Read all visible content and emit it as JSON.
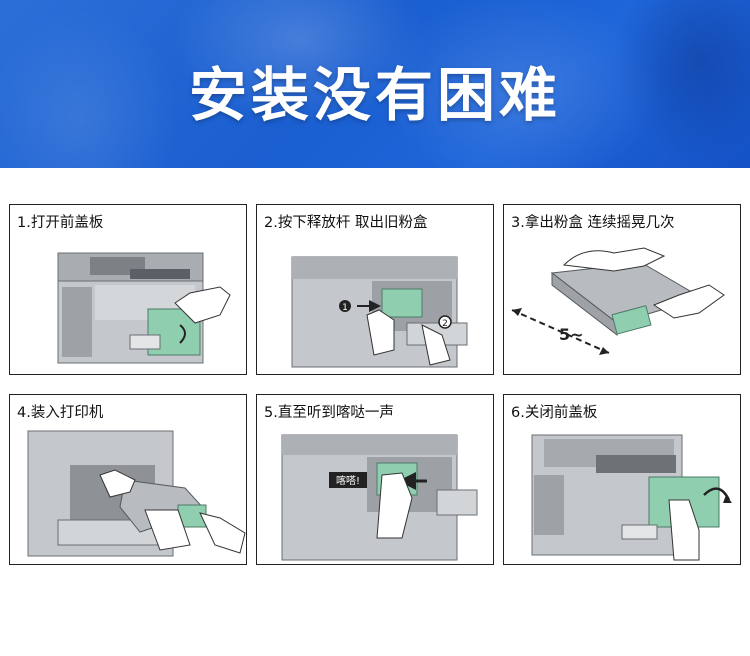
{
  "banner": {
    "title": "安装没有困难"
  },
  "steps": [
    {
      "label": "1.打开前盖板"
    },
    {
      "label": "2.按下释放杆 取出旧粉盒",
      "marker_1": "1",
      "marker_2": "2"
    },
    {
      "label": "3.拿出粉盒 连续摇晃几次",
      "shake_count": "5~"
    },
    {
      "label": "4.装入打印机"
    },
    {
      "label": "5.直至听到喀哒一声",
      "click_text": "喀嗒!"
    },
    {
      "label": "6.关闭前盖板"
    }
  ],
  "colors": {
    "banner": "#1a5ed0",
    "toner_green": "#8fcfb0",
    "machine_gray": "#b8bcc0"
  }
}
